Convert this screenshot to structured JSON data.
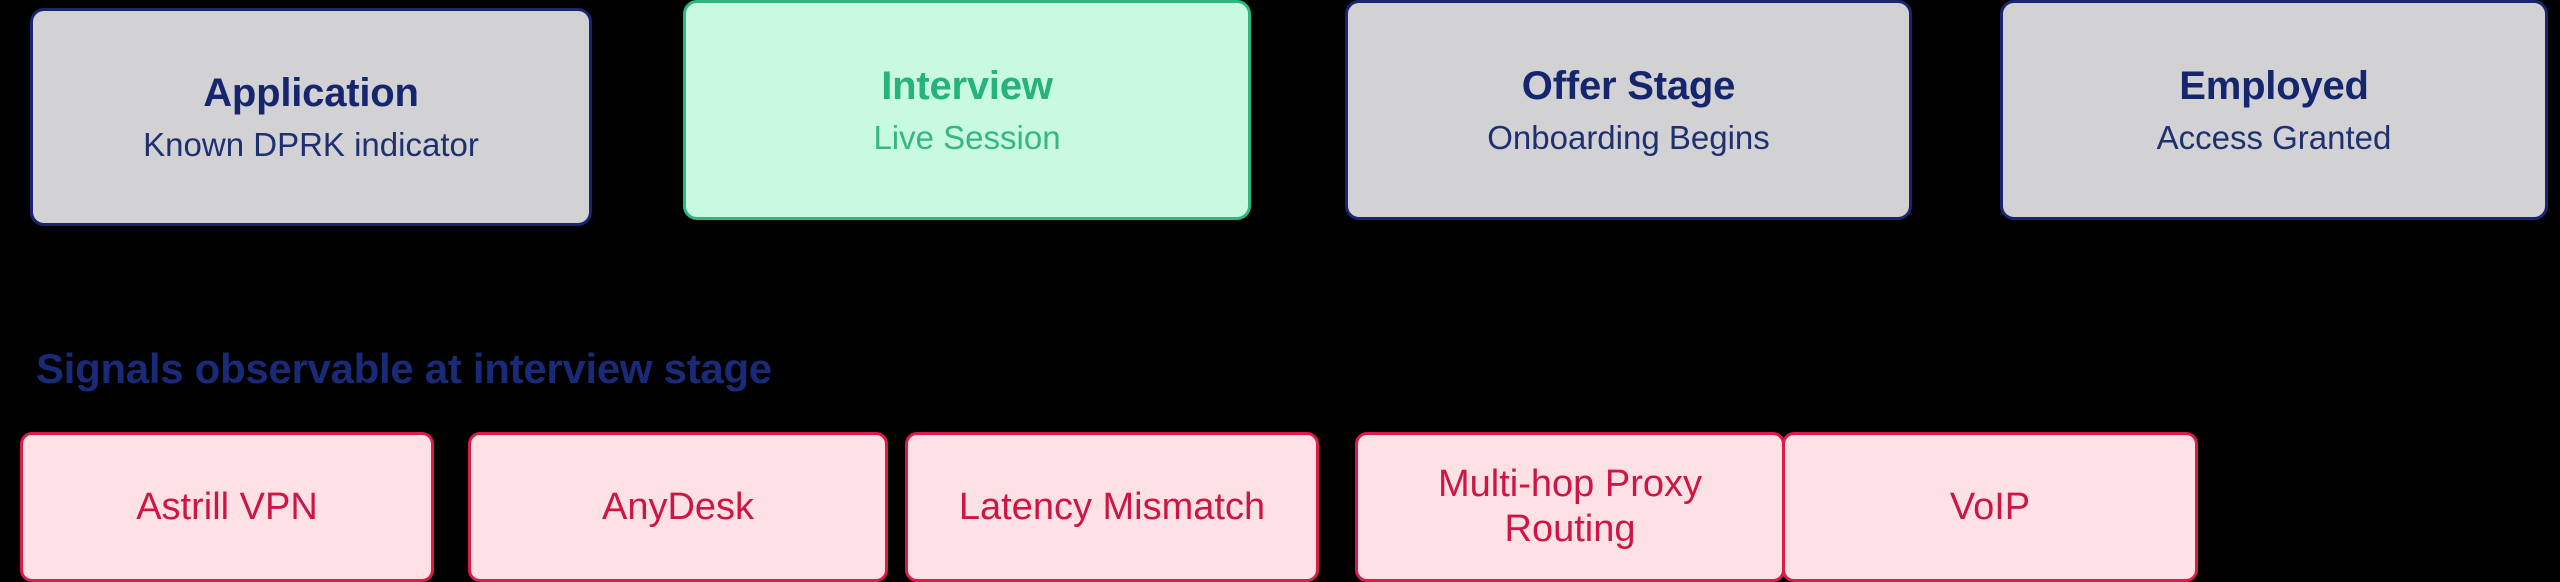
{
  "background_color": "#000000",
  "theme": {
    "neutral_fill": "#d2d2d4",
    "neutral_border": "#1a2470",
    "neutral_title": "#15266e",
    "neutral_subtitle": "#1e3070",
    "active_fill": "#c8fae1",
    "active_border": "#2eb87f",
    "active_title": "#25b37b",
    "active_subtitle": "#35b683",
    "chip_fill": "#fde1e5",
    "chip_border": "#db1b49",
    "chip_text": "#cf1543",
    "heading_color": "#192a78"
  },
  "pipeline": {
    "stages": [
      {
        "title": "Application",
        "subtitle": "Known DPRK indicator",
        "state": "neutral"
      },
      {
        "title": "Interview",
        "subtitle": "Live Session",
        "state": "active"
      },
      {
        "title": "Offer Stage",
        "subtitle": "Onboarding Begins",
        "state": "neutral"
      },
      {
        "title": "Employed",
        "subtitle": "Access Granted",
        "state": "neutral"
      }
    ]
  },
  "signals": {
    "heading": "Signals observable at interview stage",
    "items": [
      {
        "label": "Astrill VPN"
      },
      {
        "label": "AnyDesk"
      },
      {
        "label": "Latency Mismatch"
      },
      {
        "label": "Multi-hop Proxy Routing"
      },
      {
        "label": "VoIP"
      }
    ]
  }
}
